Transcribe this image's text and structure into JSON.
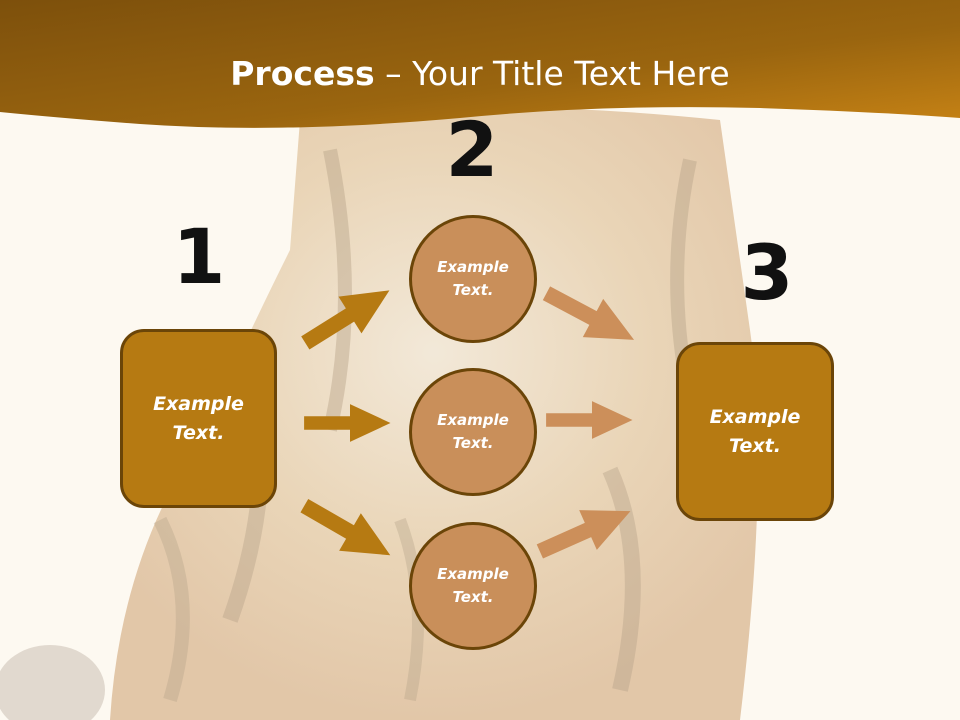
{
  "slide": {
    "title_bold": "Process",
    "title_rest": " – Your Title Text Here"
  },
  "steps": {
    "step1_number": "1",
    "step2_number": "2",
    "step3_number": "3"
  },
  "nodes": {
    "left_box": "Example Text.",
    "circle_top": "Example Text.",
    "circle_middle": "Example Text.",
    "circle_bottom": "Example Text.",
    "right_box": "Example Text."
  },
  "colors": {
    "header": "#8a5a0c",
    "box_fill": "#b67a12",
    "box_border": "#6b4508",
    "circle_fill": "#c98f5a",
    "arrow_dark": "#b67a12",
    "arrow_light": "#cc8f5a",
    "background": "#fdf9f1"
  }
}
